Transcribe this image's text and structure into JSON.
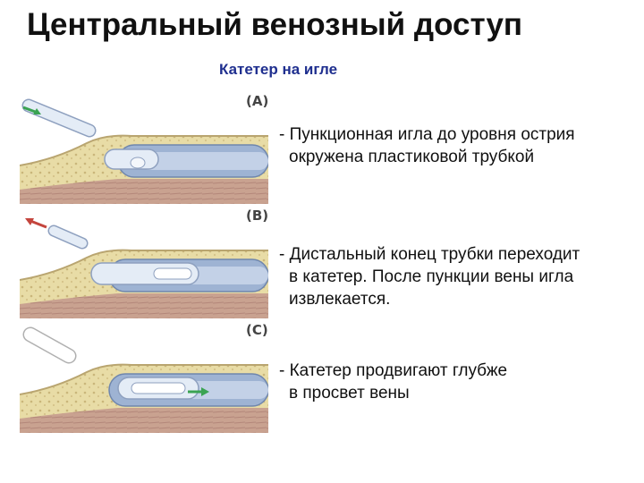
{
  "slide": {
    "title": "Центральный венозный доступ",
    "subtitle": "Катетер на игле",
    "colors": {
      "title": "#111111",
      "subtitle": "#1f2f8f",
      "skin_fat": "#e8dca6",
      "muscle": "#c9a290",
      "vein": "#9eb3d3",
      "catheter": "#e4ecf6",
      "arrow_green": "#3aa352",
      "arrow_red": "#c4453d"
    }
  },
  "steps": [
    {
      "label": "(A)",
      "text_lines": [
        "- Пункционная игла до уровня острия",
        "окружена пластиковой трубкой"
      ],
      "arrow_icon": "arrow-right-icon"
    },
    {
      "label": "(B)",
      "text_lines": [
        "- Дистальный конец трубки переходит",
        "в катетер. После пункции вены игла",
        "извлекается."
      ],
      "arrow_icon": "arrow-left-icon"
    },
    {
      "label": "(C)",
      "text_lines": [
        "- Катетер продвигают глубже",
        "в просвет вены"
      ],
      "arrow_icon": "arrow-right-icon"
    }
  ]
}
